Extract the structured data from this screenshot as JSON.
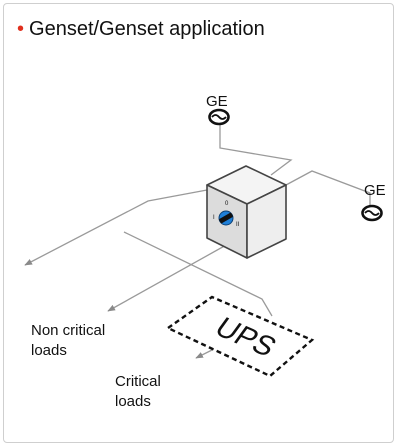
{
  "title": "Genset/Genset application",
  "bullet": "•",
  "sources": [
    {
      "label": "GE"
    },
    {
      "label": "GE"
    }
  ],
  "switch": {
    "position_labels": [
      "0",
      "I",
      "II"
    ]
  },
  "ups": {
    "label": "UPS"
  },
  "loads": {
    "non_critical": [
      "Non critical",
      "loads"
    ],
    "critical": [
      "Critical",
      "loads"
    ]
  },
  "colors": {
    "bullet": "#e0301e",
    "line": "#9a9a9a",
    "knob": "#1e7fd8",
    "frame": "#cfcfcf"
  },
  "icons": {
    "generator": "ac-source-symbol",
    "switch_knob": "rotary-knob"
  }
}
